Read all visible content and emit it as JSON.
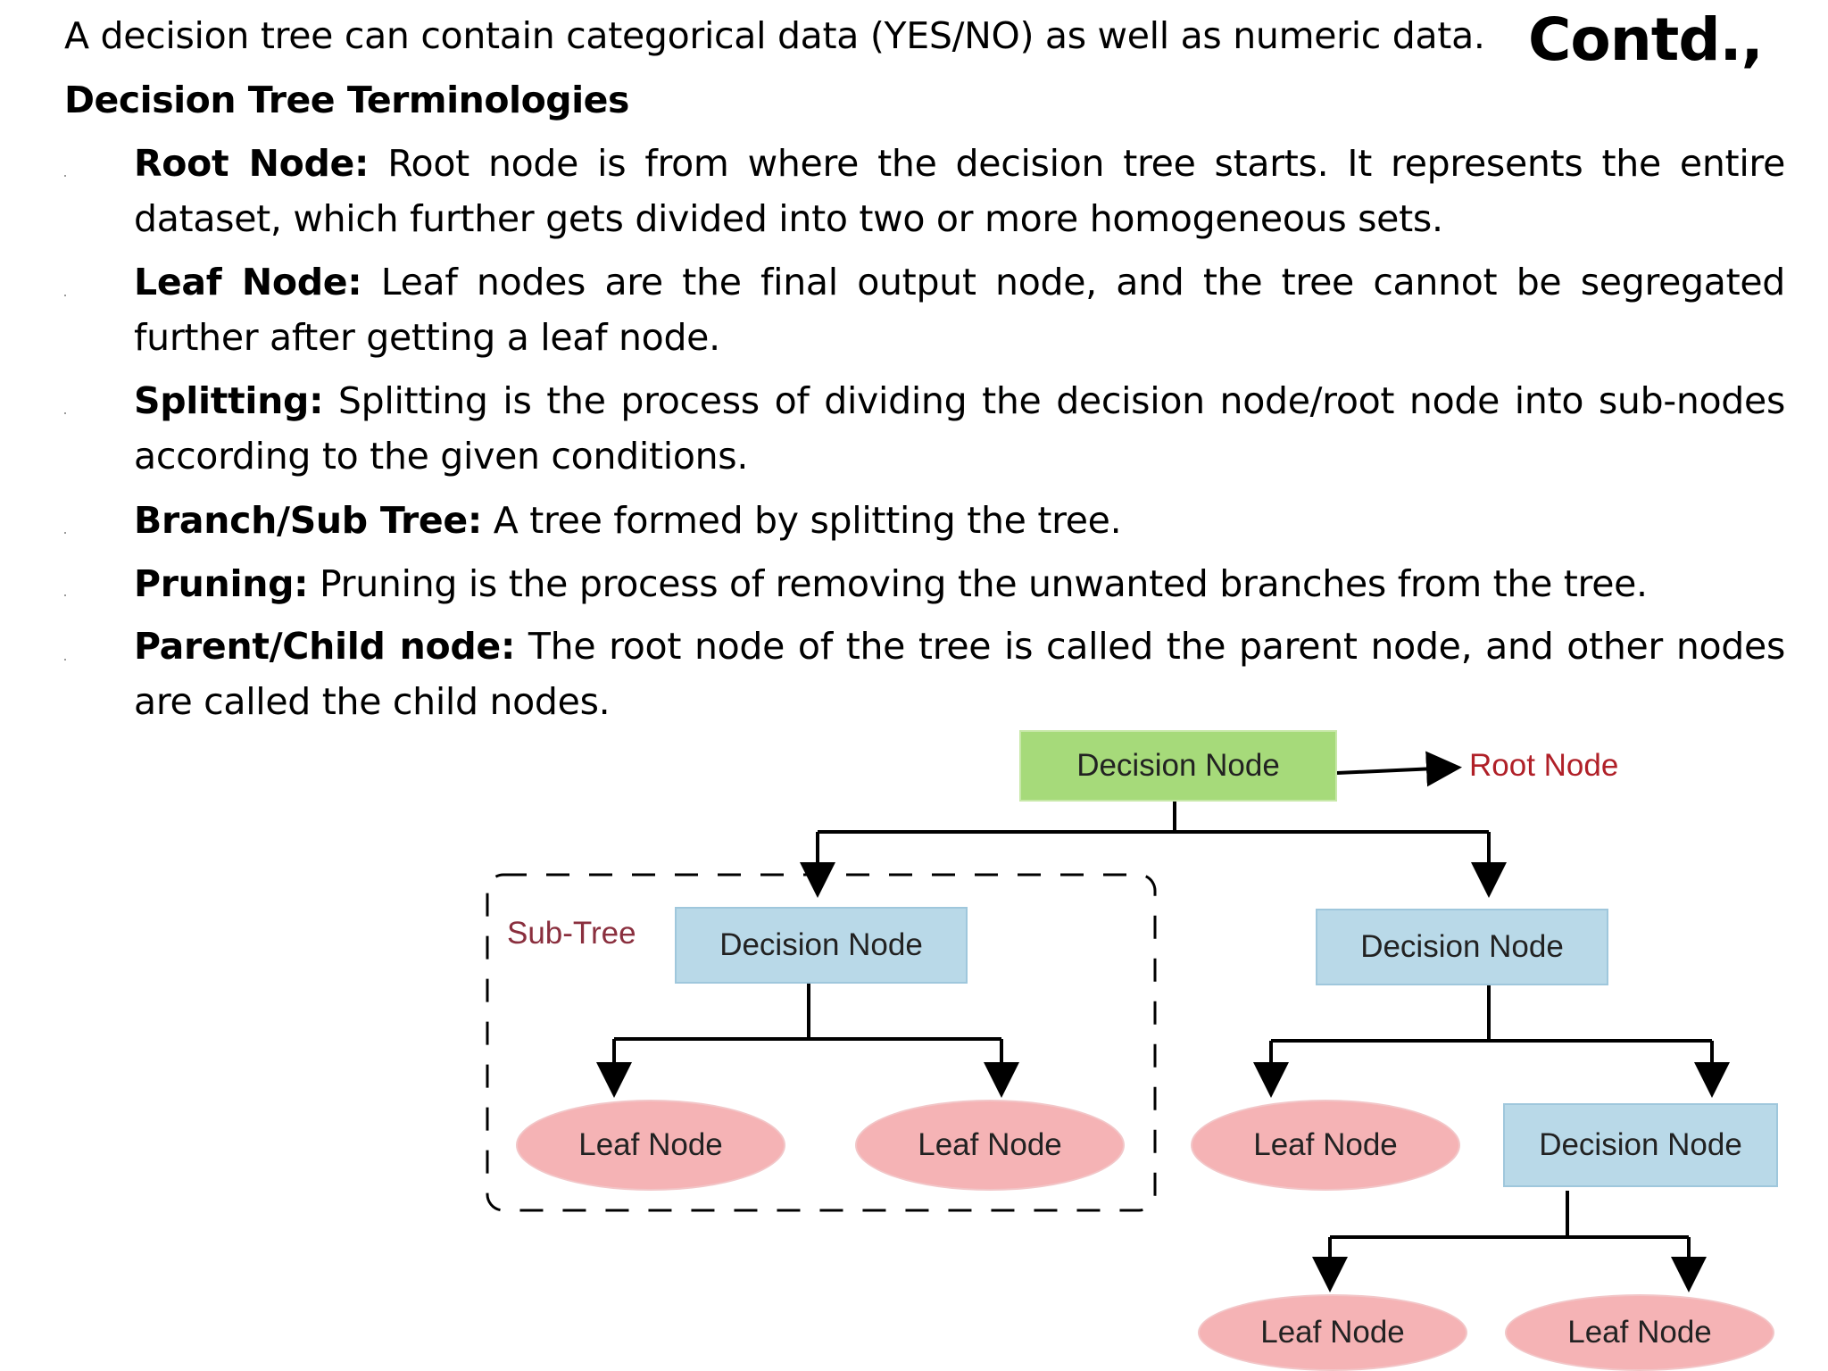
{
  "intro": "A decision tree can contain categorical data (YES/NO) as well as numeric data.",
  "contd": "Contd.,",
  "heading": "Decision Tree Terminologies",
  "terms": [
    {
      "term": "Root Node:",
      "text": "Root node is from where the decision tree starts. It represents the entire dataset, which further gets divided into two or more homogeneous sets."
    },
    {
      "term": "Leaf Node:",
      "text": "Leaf nodes are the final output node, and the tree cannot be segregated further after getting a leaf node."
    },
    {
      "term": "Splitting:",
      "text": "Splitting is the process of dividing the decision node/root node into sub-nodes according to the given conditions."
    },
    {
      "term": "Branch/Sub Tree:",
      "text": "A tree formed by splitting the tree."
    },
    {
      "term": "Pruning:",
      "text": "Pruning is the process of removing the unwanted branches from the tree."
    },
    {
      "term": "Parent/Child node:",
      "text": "The root node of the tree is called the parent node, and other nodes are called the child nodes."
    }
  ],
  "diagram": {
    "root_decision": "Decision Node",
    "root_label": "Root Node",
    "subtree_label": "Sub-Tree",
    "left_decision": "Decision Node",
    "left_leaf_1": "Leaf Node",
    "left_leaf_2": "Leaf Node",
    "right_decision": "Decision Node",
    "right_leaf": "Leaf Node",
    "right_sub_decision": "Decision Node",
    "bottom_leaf_1": "Leaf Node",
    "bottom_leaf_2": "Leaf Node"
  },
  "colors": {
    "decision_root": "#a6da7a",
    "decision": "#b9d9e8",
    "leaf": "#f5b3b5",
    "root_label": "#b02028",
    "subtree_label": "#8a2f3e"
  }
}
